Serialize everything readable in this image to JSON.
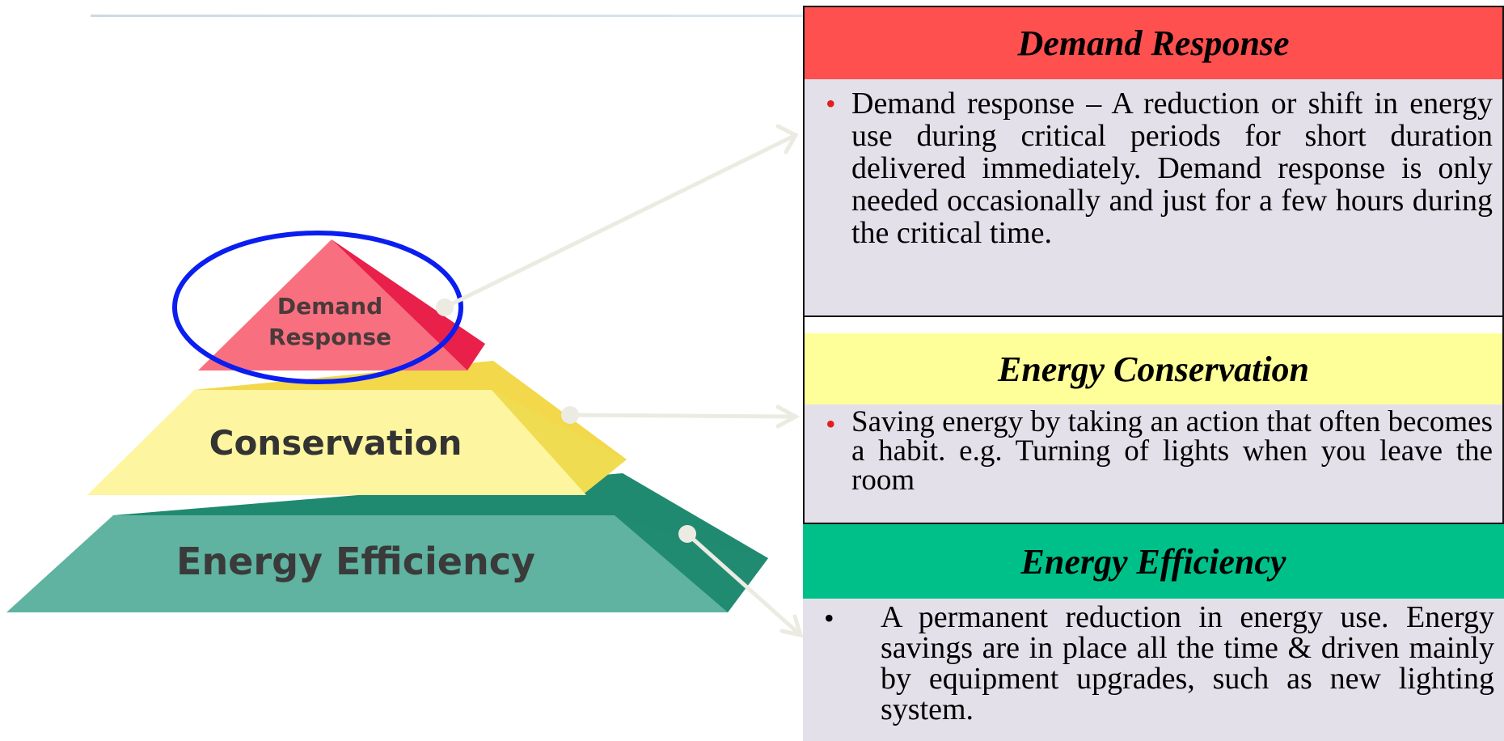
{
  "pyramid": {
    "top_label_line1": "Demand",
    "top_label_line2": "Response",
    "middle_label": "Conservation",
    "bottom_label": "Energy Efficiency"
  },
  "panels": {
    "demand_response": {
      "title": "Demand Response",
      "bullet": "•",
      "text": "Demand response – A reduction or shift in energy use during critical periods for short duration delivered immediately. Demand response is only needed occasionally and just for a few hours during the critical time."
    },
    "energy_conservation": {
      "title": "Energy Conservation",
      "bullet": "•",
      "text": "Saving energy by taking an action that often becomes a habit. e.g. Turning of lights when you leave the room"
    },
    "energy_efficiency": {
      "title": "Energy Efficiency",
      "bullet": "•",
      "text": "A permanent reduction in energy use. Energy savings are in place all the time & driven mainly by equipment upgrades, such as new lighting system."
    }
  },
  "colors": {
    "demand_response_header": "#ff5050",
    "conservation_header": "#ffff99",
    "efficiency_header": "#00c08a",
    "panel_body": "#e4e0ea",
    "highlight_ellipse": "#0a1ef0",
    "connector_arrows": "#ecebe2"
  }
}
